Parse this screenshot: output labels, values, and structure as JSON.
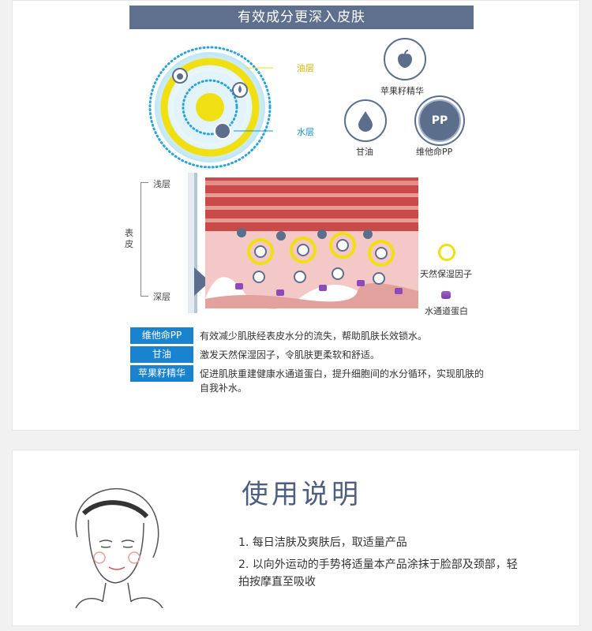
{
  "effective_section": {
    "title": "有效成分更深入皮肤",
    "diagram_labels": {
      "oil_layer": "油层",
      "water_layer": "水层",
      "pp_badge": "PP"
    },
    "ingredient_icons": [
      {
        "name": "apple-seed",
        "label": "苹果籽精华",
        "icon": "apple-icon"
      },
      {
        "name": "glycerin",
        "label": "甘油",
        "icon": "water-drop-icon"
      },
      {
        "name": "vitamin-pp",
        "label": "维他命PP",
        "icon": "pp-icon",
        "badge": "PP"
      }
    ],
    "skin_diagram": {
      "side_label": "表皮",
      "shallow": "浅层",
      "deep": "深层",
      "legend": {
        "nmf": "天然保湿因子",
        "aquaporin": "水通道蛋白"
      }
    },
    "ingredients": [
      {
        "tag": "维他命PP",
        "text": "有效减少肌肤经表皮水分的流失，帮助肌肤长效锁水。"
      },
      {
        "tag": "甘油",
        "text": "激发天然保湿因子，令肌肤更柔软和舒适。"
      },
      {
        "tag": "苹果籽精华",
        "text": "促进肌肤重建健康水通道蛋白，提升细胞间的水分循环，实现肌肤的自我补水。"
      }
    ]
  },
  "usage_section": {
    "title": "使用说明",
    "steps": [
      "1. 每日洁肤及爽肤后，取适量产品",
      "2. 以向外运动的手势将适量本产品涂抹于脸部及颈部，轻拍按摩直至吸收"
    ]
  },
  "colors": {
    "title_bar": "#5f6f8e",
    "tag_blue": "#1a83cf",
    "oil_yellow": "#f0df12",
    "water_blue": "#1b8fd1"
  }
}
